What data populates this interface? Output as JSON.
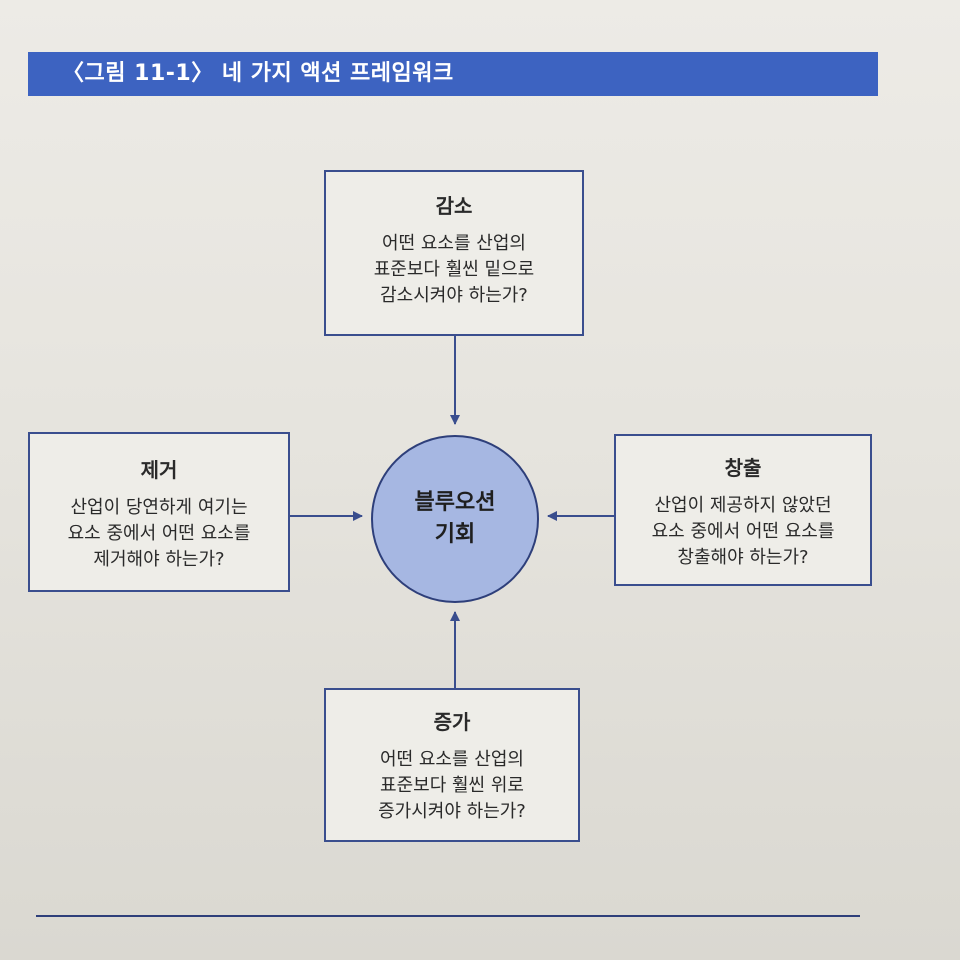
{
  "figure_title": "〈그림 11-1〉 네 가지 액션 프레임워크",
  "center": {
    "line1": "블루오션",
    "line2": "기회"
  },
  "boxes": {
    "reduce": {
      "title": "감소",
      "lines": [
        "어떤 요소를 산업의",
        "표준보다 훨씬 밑으로",
        "감소시켜야 하는가?"
      ]
    },
    "eliminate": {
      "title": "제거",
      "lines": [
        "산업이 당연하게 여기는",
        "요소 중에서 어떤 요소를",
        "제거해야 하는가?"
      ]
    },
    "create": {
      "title": "창출",
      "lines": [
        "산업이 제공하지 않았던",
        "요소 중에서 어떤 요소를",
        "창출해야 하는가?"
      ]
    },
    "raise": {
      "title": "증가",
      "lines": [
        "어떤 요소를 산업의",
        "표준보다 훨씬 위로",
        "증가시켜야 하는가?"
      ]
    }
  },
  "colors": {
    "accent": "#3d63c1",
    "circle_fill": "#a6b7e2",
    "line": "#3a4e8e"
  }
}
